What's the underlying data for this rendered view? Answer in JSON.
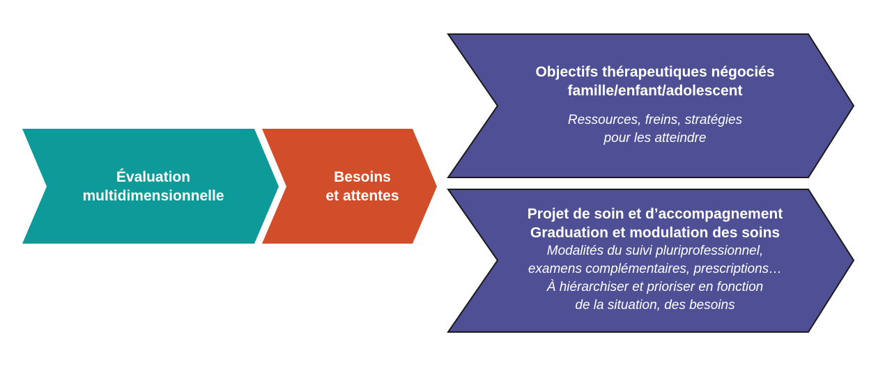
{
  "colors": {
    "teal": "#0e9a98",
    "orange": "#d24d2a",
    "purple": "#4e4f95",
    "outline": "#1a1a1a"
  },
  "arrows": {
    "evaluation": {
      "lines": [
        "Évaluation",
        "multidimensionnelle"
      ]
    },
    "besoins": {
      "lines": [
        "Besoins",
        "et attentes"
      ]
    },
    "objectifs": {
      "title_lines": [
        "Objectifs thérapeutiques négociés",
        "famille/enfant/adolescent"
      ],
      "detail_lines": [
        "Ressources, freins, stratégies",
        "pour les atteindre"
      ]
    },
    "projet": {
      "title_lines": [
        "Projet de soin et d’accompagnement",
        "Graduation et modulation des soins"
      ],
      "detail_lines": [
        "Modalités du suivi pluriprofessionnel,",
        "examens complémentaires, prescriptions…",
        "À hiérarchiser et prioriser en fonction",
        "de la situation, des besoins"
      ]
    }
  }
}
